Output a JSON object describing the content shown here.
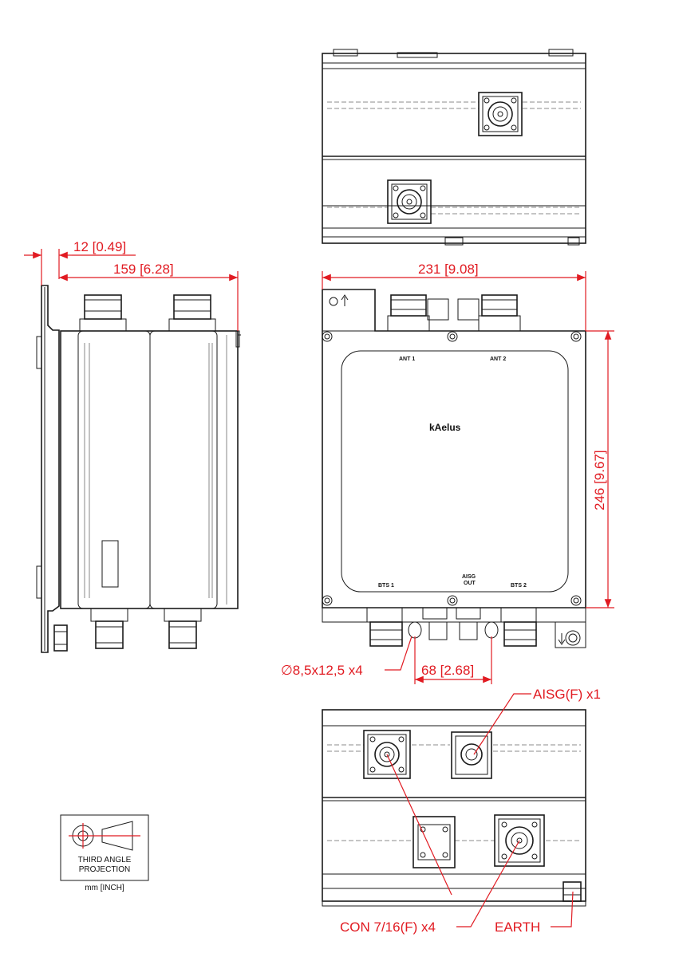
{
  "dimensions": {
    "side_offset": "12 [0.49]",
    "side_depth": "159 [6.28]",
    "front_width": "231 [9.08]",
    "front_height": "246 [9.67]",
    "hole_spacing": "68 [2.68]",
    "mount_holes": "∅8,5x12,5 x4"
  },
  "callouts": {
    "aisg": "AISG(F) x1",
    "con": "CON 7/16(F) x4",
    "earth": "EARTH"
  },
  "port_labels": {
    "ant1": "ANT 1",
    "ant2": "ANT 2",
    "bts1": "BTS 1",
    "bts2": "BTS 2",
    "aisg_out_1": "AISG",
    "aisg_out_2": "OUT"
  },
  "brand": "kAelus",
  "projection": {
    "line1": "THIRD ANGLE",
    "line2": "PROJECTION",
    "units": "mm [INCH]"
  },
  "colors": {
    "dimension": "#e11b22",
    "outline": "#1a1a1a"
  }
}
